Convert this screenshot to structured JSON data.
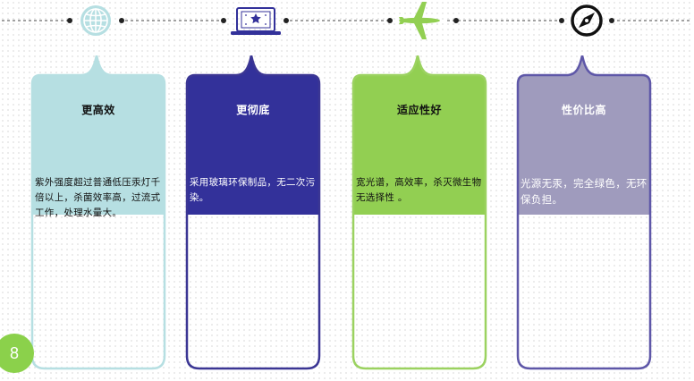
{
  "colors": {
    "card1": "#b6dfe2",
    "card2": "#33319a",
    "card3": "#92cf52",
    "card4": "#9f9bbd",
    "border1": "#b6dfe2",
    "border2": "#3b3694",
    "border3": "#9bd260",
    "border4": "#5e57a8",
    "page_badge": "#8bd14b"
  },
  "timeline": {
    "icons": [
      "globe-icon",
      "laptop-icon",
      "airplane-icon",
      "compass-icon"
    ]
  },
  "cards": [
    {
      "title": "更高效",
      "description": "紫外强度超过普通低压汞灯千倍以上，杀菌效率高，过流式工作，处理水量大。"
    },
    {
      "title": "更彻底",
      "description": "采用玻璃环保制品，无二次污染。"
    },
    {
      "title": "适应性好",
      "description": "宽光谱，高效率，杀灭微生物无选择性 。"
    },
    {
      "title": "性价比高",
      "description": "光源无汞，完全绿色，无环保负担。"
    }
  ],
  "page": {
    "number": "8"
  }
}
